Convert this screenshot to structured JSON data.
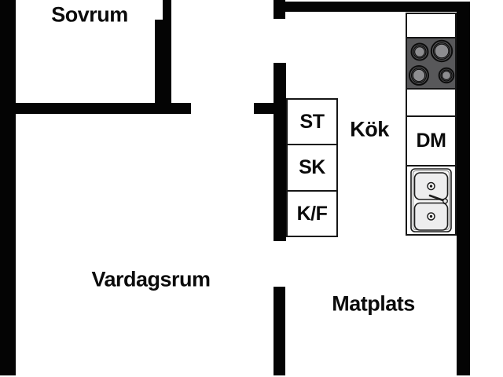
{
  "canvas": {
    "background": "#ffffff",
    "wall_color": "#040404"
  },
  "rooms": {
    "sovrum": {
      "label": "Sovrum"
    },
    "kok": {
      "label": "Kök"
    },
    "vardagsrum": {
      "label": "Vardagsrum"
    },
    "matplats": {
      "label": "Matplats"
    }
  },
  "fixtures": {
    "st": {
      "label": "ST"
    },
    "sk": {
      "label": "SK"
    },
    "kf": {
      "label": "K/F"
    },
    "dm": {
      "label": "DM"
    }
  },
  "icons": {
    "stove": "stove-icon",
    "sink": "sink-icon"
  },
  "colors": {
    "stove_body": "#58585a",
    "burner_disc": "#8d8d90",
    "sink_fill": "#f2f2f3",
    "outline": "#1d1d1d"
  }
}
